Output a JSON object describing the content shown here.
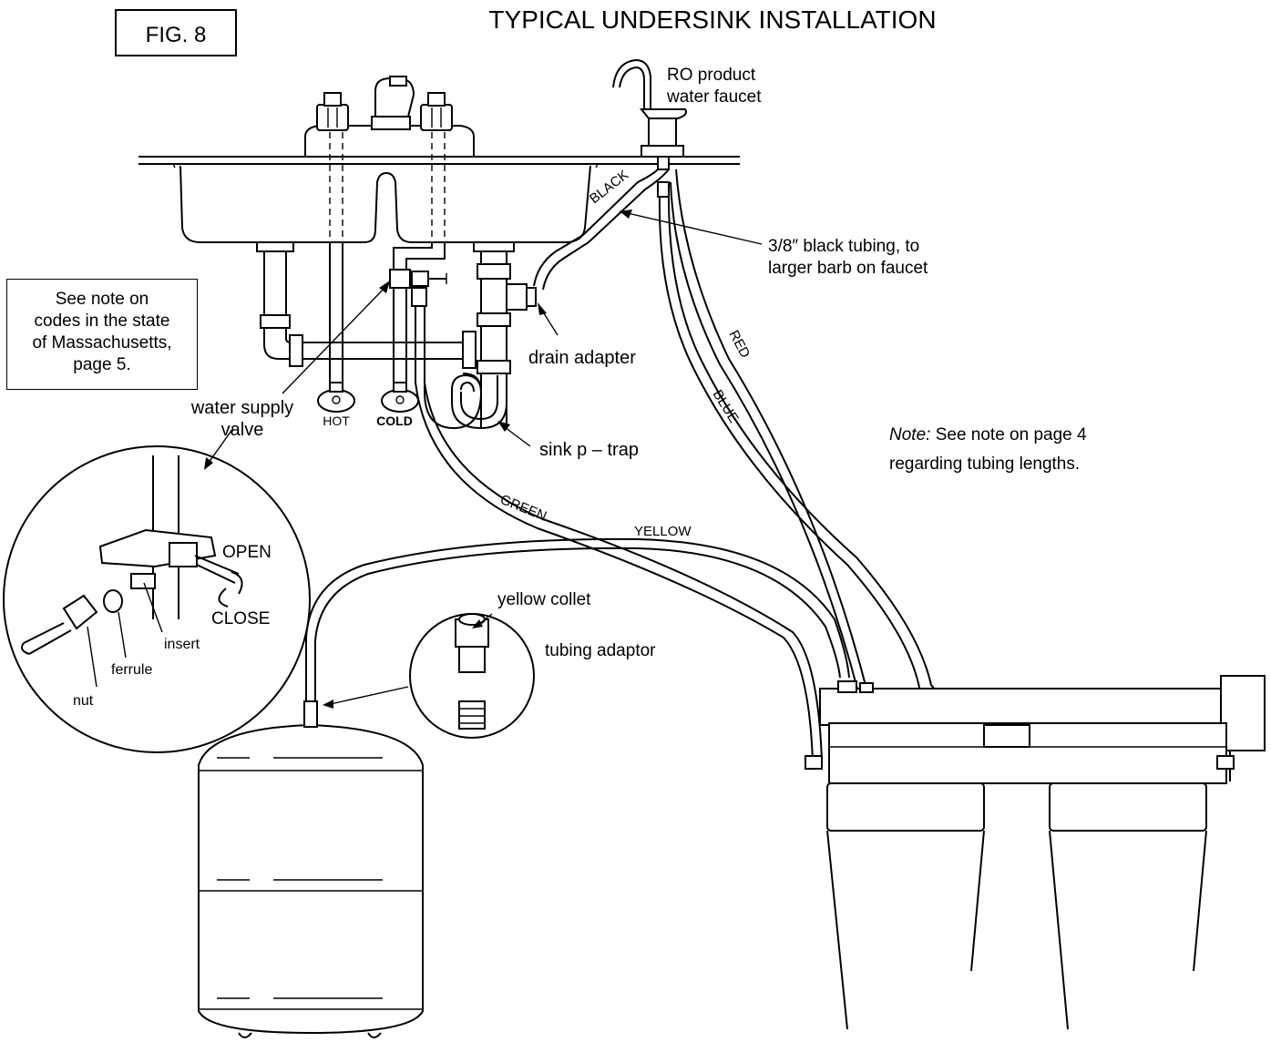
{
  "figure_label": "FIG. 8",
  "title": "TYPICAL UNDERSINK INSTALLATION",
  "callouts": {
    "faucet_line1": "RO product",
    "faucet_line2": "water faucet",
    "black_tubing_line1": "3/8″ black tubing, to",
    "black_tubing_line2": "larger barb on faucet",
    "drain_adapter": "drain adapter",
    "sink_ptrap": "sink p – trap",
    "water_supply_line1": "water supply",
    "water_supply_line2": "valve",
    "yellow_collet": "yellow collet",
    "tubing_adaptor": "tubing adaptor",
    "insert": "insert",
    "ferrule": "ferrule",
    "nut": "nut",
    "open": "OPEN",
    "close": "CLOSE",
    "hot": "HOT",
    "cold": "COLD"
  },
  "tube_labels": {
    "black": "BLACK",
    "red": "RED",
    "blue": "BLUE",
    "green": "GREEN",
    "yellow": "YELLOW"
  },
  "mass_note": {
    "line1": "See note on",
    "line2": "codes in the state",
    "line3": "of Massachusetts,",
    "line4": "page 5."
  },
  "tubing_note": {
    "prefix": "Note:",
    "line1": " See note on page 4",
    "line2": "regarding tubing lengths."
  }
}
